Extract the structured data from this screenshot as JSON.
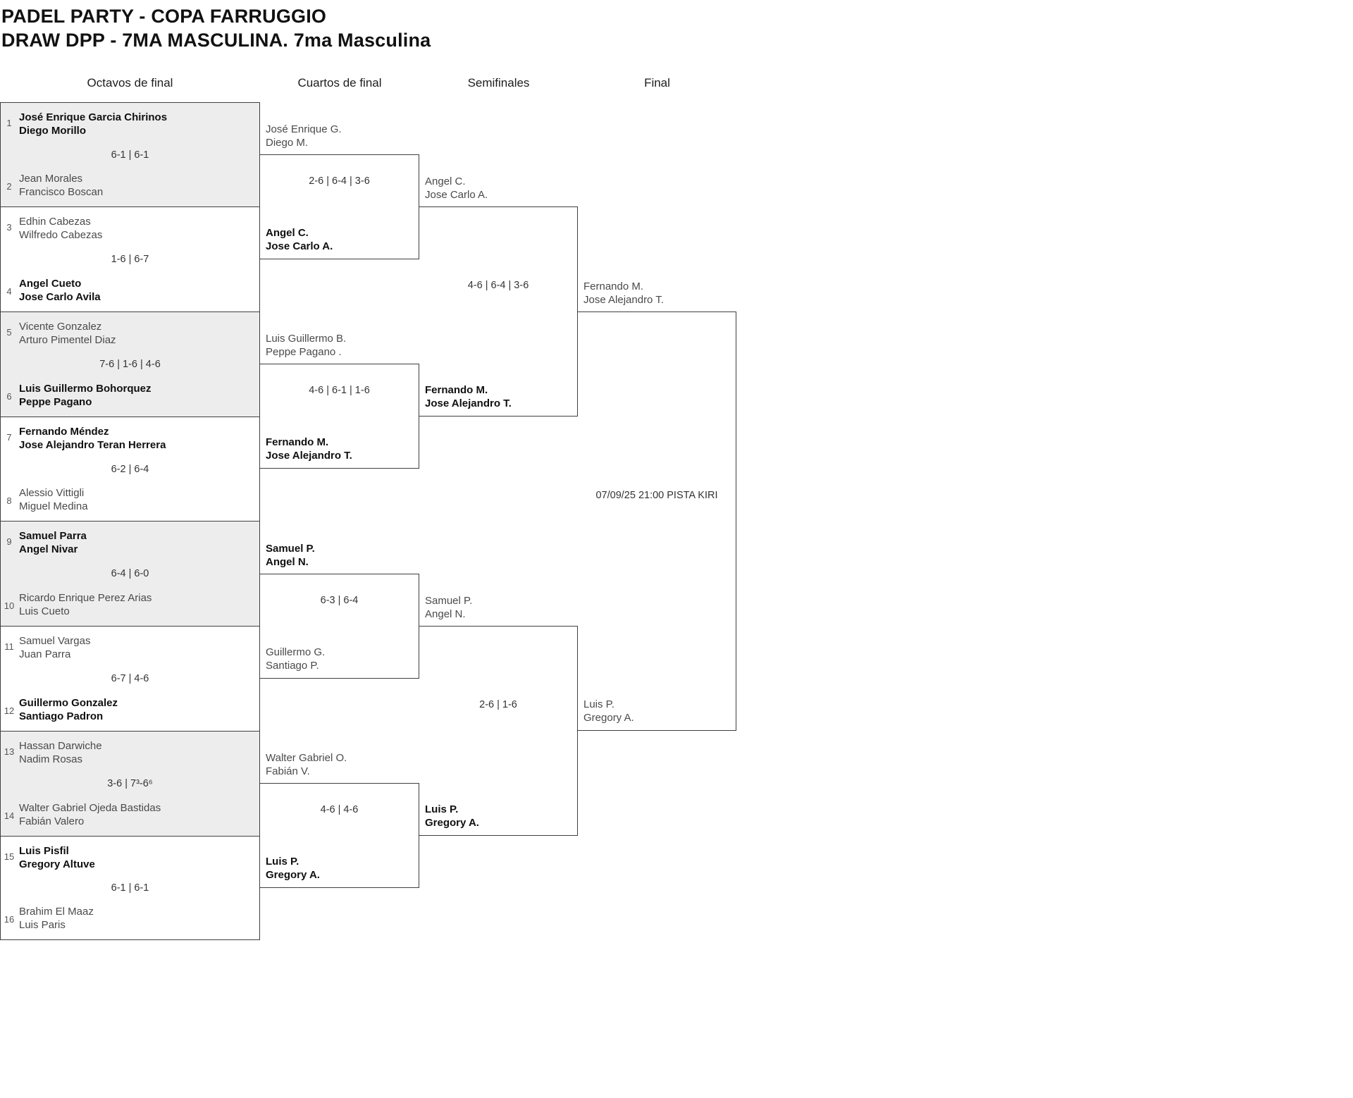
{
  "title": "PADEL PARTY - COPA FARRUGGIO",
  "subtitle": "DRAW DPP - 7MA MASCULINA. 7ma Masculina",
  "round_headers": [
    "Octavos de final",
    "Cuartos de final",
    "Semifinales",
    "Final"
  ],
  "colors": {
    "shaded_box": "#ededed",
    "border": "#3f3f3f",
    "team_text": "#4a4a4a",
    "winner_text": "#101010",
    "score_text": "#333333"
  },
  "r16": [
    {
      "shaded": true,
      "score": "6-1 | 6-1",
      "top": {
        "seed": "1",
        "lines": [
          "José Enrique Garcia Chirinos",
          "Diego Morillo"
        ],
        "winner": true
      },
      "bottom": {
        "seed": "2",
        "lines": [
          "Jean Morales",
          "Francisco Boscan"
        ],
        "winner": false
      }
    },
    {
      "shaded": false,
      "score": "1-6 | 6-7",
      "top": {
        "seed": "3",
        "lines": [
          "Edhin Cabezas",
          "Wilfredo Cabezas"
        ],
        "winner": false
      },
      "bottom": {
        "seed": "4",
        "lines": [
          "Angel Cueto",
          "Jose Carlo Avila"
        ],
        "winner": true
      }
    },
    {
      "shaded": true,
      "score": "7-6 | 1-6 | 4-6",
      "top": {
        "seed": "5",
        "lines": [
          "Vicente Gonzalez",
          "Arturo Pimentel Diaz"
        ],
        "winner": false
      },
      "bottom": {
        "seed": "6",
        "lines": [
          "Luis Guillermo Bohorquez",
          "Peppe Pagano"
        ],
        "winner": true
      }
    },
    {
      "shaded": false,
      "score": "6-2 | 6-4",
      "top": {
        "seed": "7",
        "lines": [
          "Fernando Méndez",
          "Jose Alejandro Teran Herrera"
        ],
        "winner": true
      },
      "bottom": {
        "seed": "8",
        "lines": [
          "Alessio Vittigli",
          "Miguel Medina"
        ],
        "winner": false
      }
    },
    {
      "shaded": true,
      "score": "6-4 | 6-0",
      "top": {
        "seed": "9",
        "lines": [
          "Samuel Parra",
          "Angel Nivar"
        ],
        "winner": true
      },
      "bottom": {
        "seed": "10",
        "lines": [
          "Ricardo Enrique Perez Arias",
          "Luis Cueto"
        ],
        "winner": false
      }
    },
    {
      "shaded": false,
      "score": "6-7 | 4-6",
      "top": {
        "seed": "11",
        "lines": [
          "Samuel Vargas",
          "Juan Parra"
        ],
        "winner": false
      },
      "bottom": {
        "seed": "12",
        "lines": [
          "Guillermo Gonzalez",
          "Santiago Padron"
        ],
        "winner": true
      }
    },
    {
      "shaded": true,
      "score": "3-6 | 7³-6⁶",
      "top": {
        "seed": "13",
        "lines": [
          "Hassan Darwiche",
          "Nadim Rosas"
        ],
        "winner": false
      },
      "bottom": {
        "seed": "14",
        "lines": [
          "Walter Gabriel Ojeda Bastidas",
          "Fabián Valero"
        ],
        "winner": false
      }
    },
    {
      "shaded": false,
      "score": "6-1 | 6-1",
      "top": {
        "seed": "15",
        "lines": [
          "Luis Pisfil",
          "Gregory Altuve"
        ],
        "winner": true
      },
      "bottom": {
        "seed": "16",
        "lines": [
          "Brahim El Maaz",
          "Luis Paris"
        ],
        "winner": false
      }
    }
  ],
  "qf": [
    {
      "score": "2-6 | 6-4 | 3-6",
      "top": {
        "lines": [
          "José Enrique G.",
          "Diego M."
        ],
        "winner": false
      },
      "bottom": {
        "lines": [
          "Angel C.",
          "Jose Carlo A."
        ],
        "winner": true
      }
    },
    {
      "score": "4-6 | 6-1 | 1-6",
      "top": {
        "lines": [
          "Luis Guillermo B.",
          "Peppe Pagano ."
        ],
        "winner": false
      },
      "bottom": {
        "lines": [
          "Fernando M.",
          "Jose Alejandro T."
        ],
        "winner": true
      }
    },
    {
      "score": "6-3 | 6-4",
      "top": {
        "lines": [
          "Samuel P.",
          "Angel N."
        ],
        "winner": true
      },
      "bottom": {
        "lines": [
          "Guillermo G.",
          "Santiago P."
        ],
        "winner": false
      }
    },
    {
      "score": "4-6 | 4-6",
      "top": {
        "lines": [
          "Walter Gabriel O.",
          "Fabián V."
        ],
        "winner": false
      },
      "bottom": {
        "lines": [
          "Luis P.",
          "Gregory A."
        ],
        "winner": true
      }
    }
  ],
  "sf": [
    {
      "score": "4-6 | 6-4 | 3-6",
      "top": {
        "lines": [
          "Angel C.",
          "Jose Carlo A."
        ],
        "winner": false
      },
      "bottom": {
        "lines": [
          "Fernando M.",
          "Jose Alejandro T."
        ],
        "winner": true
      }
    },
    {
      "score": "2-6 | 1-6",
      "top": {
        "lines": [
          "Samuel P.",
          "Angel N."
        ],
        "winner": false
      },
      "bottom": {
        "lines": [
          "Luis P.",
          "Gregory A."
        ],
        "winner": true
      }
    }
  ],
  "final": {
    "info": "07/09/25 21:00 PISTA KIRI",
    "top": {
      "lines": [
        "Fernando M.",
        "Jose Alejandro T."
      ],
      "winner": false
    },
    "bottom": {
      "lines": [
        "Luis P.",
        "Gregory A."
      ],
      "winner": false
    }
  }
}
